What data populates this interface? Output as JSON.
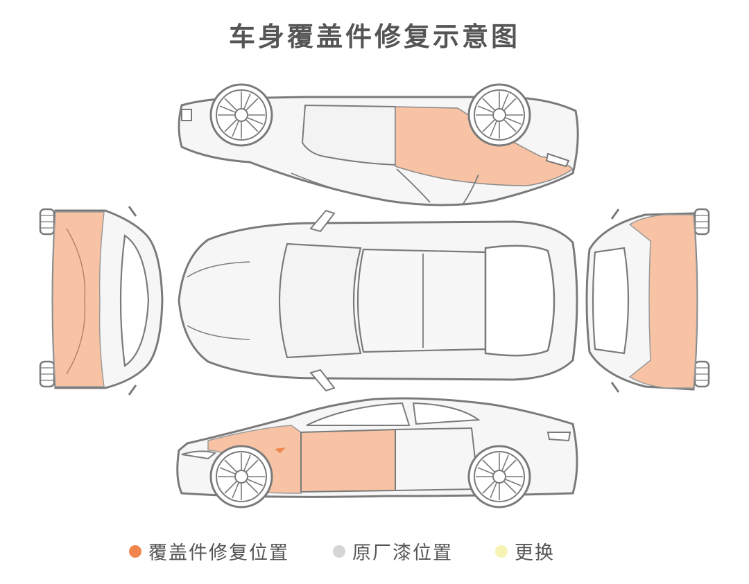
{
  "title": "车身覆盖件修复示意图",
  "colors": {
    "repair": "#F0854D",
    "repair_fill": "#F7C3A4",
    "original": "#D5D5D5",
    "replace": "#F7F3B4",
    "outline": "#7A7A7A",
    "body": "#F6F6F6"
  },
  "legend": [
    {
      "label": "覆盖件修复位置",
      "color": "#F0854D"
    },
    {
      "label": "原厂漆位置",
      "color": "#D5D5D5"
    },
    {
      "label": "更换",
      "color": "#F7F3B4"
    }
  ]
}
